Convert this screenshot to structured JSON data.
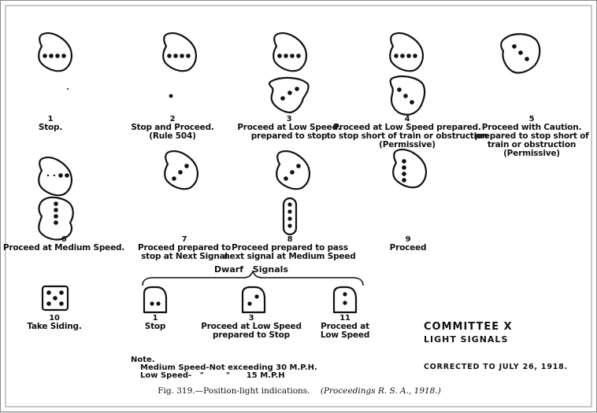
{
  "signals": [
    {
      "num": "1",
      "lines": [
        "Stop."
      ]
    },
    {
      "num": "2",
      "lines": [
        "Stop and Proceed.",
        "(Rule 504)"
      ]
    },
    {
      "num": "3",
      "lines": [
        "Proceed at Low Speed.",
        "prepared to stop"
      ]
    },
    {
      "num": "4",
      "lines": [
        "Proceed at Low Speed prepared.",
        "to stop short of train or obstruction",
        "(Permissive)"
      ]
    },
    {
      "num": "5",
      "lines": [
        "Proceed with Caution.",
        "prepared to stop short of",
        "train or obstruction",
        "(Permissive)"
      ]
    },
    {
      "num": "6",
      "lines": [
        "Proceed at Medium Speed."
      ]
    },
    {
      "num": "7",
      "lines": [
        "Proceed prepared to",
        "stop at Next Signal"
      ]
    },
    {
      "num": "8",
      "lines": [
        "Proceed prepared to pass",
        "next signal at Medium Speed"
      ]
    },
    {
      "num": "9",
      "lines": [
        "Proceed"
      ]
    },
    {
      "num": "10",
      "lines": [
        "Take Siding."
      ]
    }
  ],
  "dwarf": {
    "title": "Dwarf Signals",
    "items": [
      {
        "num": "1",
        "lines": [
          "Stop"
        ]
      },
      {
        "num": "3",
        "lines": [
          "Proceed at Low Speed",
          "prepared to Stop"
        ]
      },
      {
        "num": "11",
        "lines": [
          "Proceed at",
          "Low Speed"
        ]
      }
    ]
  },
  "note": {
    "heading": "Note.",
    "lines": [
      "Medium Speed-Not exceeding 30 M.P.H.",
      "Low Speed-   \"        \"      15 M.P.H"
    ]
  },
  "committee": {
    "title": "COMMITTEE X",
    "subtitle": "LIGHT SIGNALS",
    "corrected": "CORRECTED TO JULY 26, 1918."
  },
  "caption": {
    "fig": "Fig. 319.—Position-light indications.",
    "cite": "(Proceedings R. S. A., 1918.)"
  },
  "colors": {
    "ink": "#111111",
    "paper": "#ffffff",
    "frame": "#c9c9c9"
  }
}
